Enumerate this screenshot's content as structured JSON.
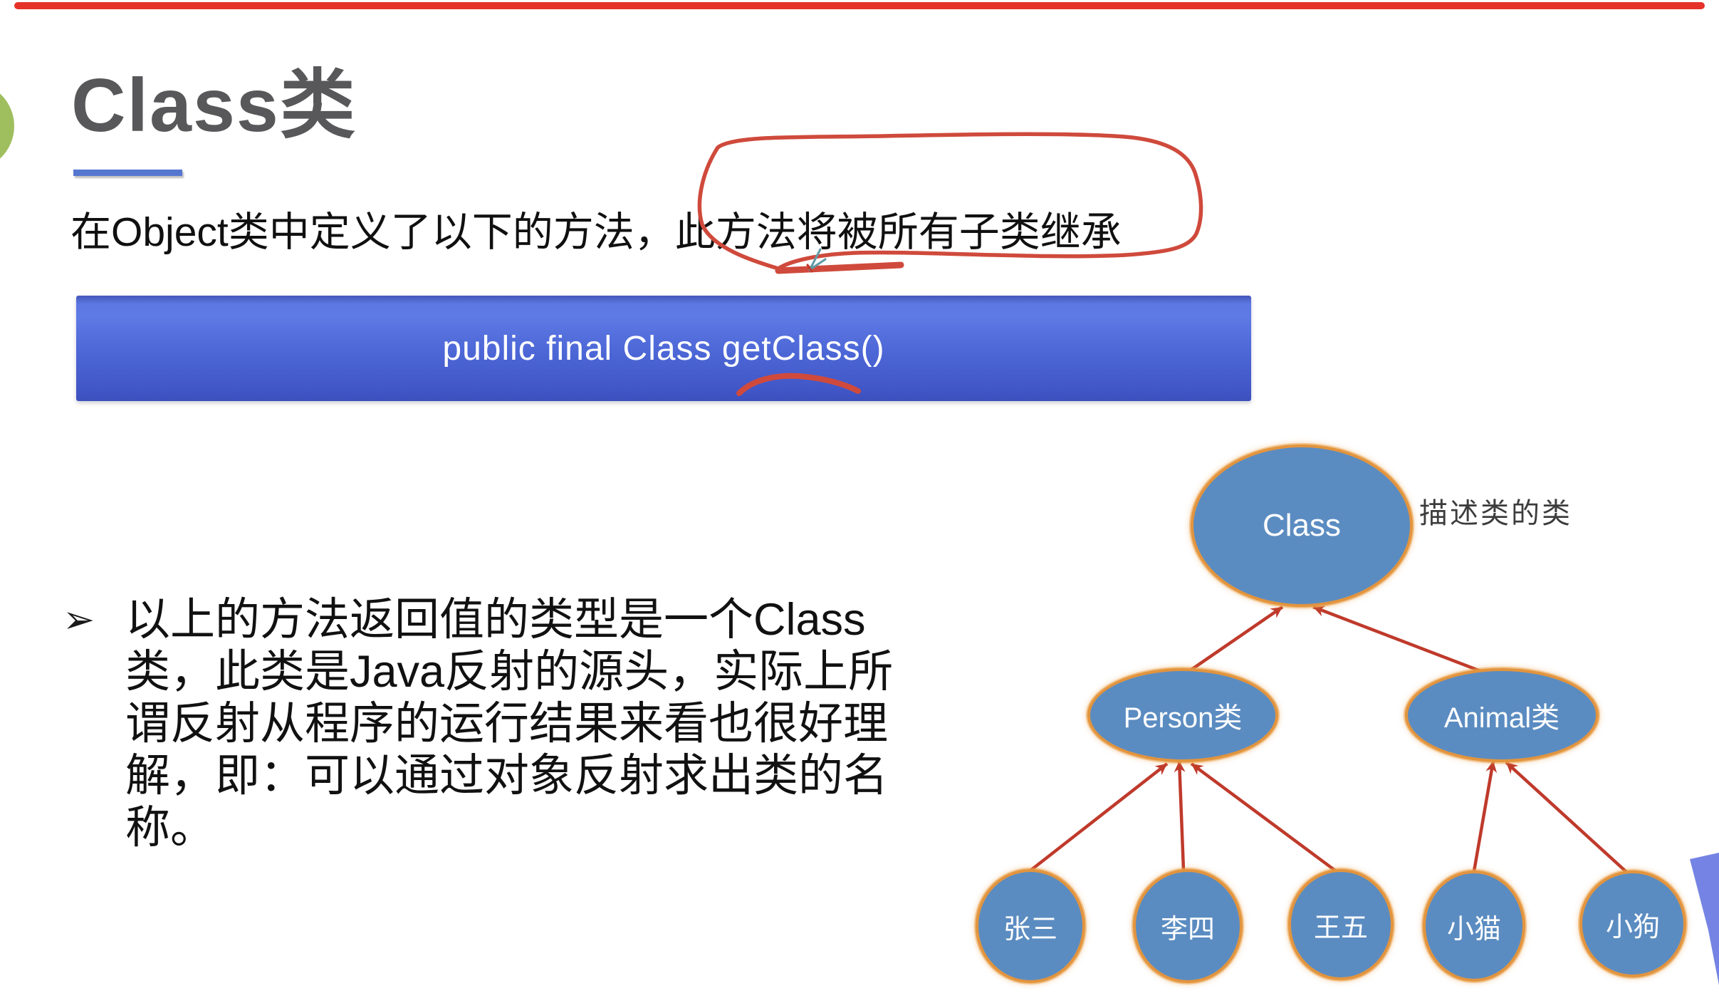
{
  "slide": {
    "title": "Class类",
    "intro_text": "在Object类中定义了以下的方法，此方法将被所有子类继承",
    "code_banner": "public final Class getClass()",
    "bullet": {
      "marker": "➢",
      "text": "以上的方法返回值的类型是一个Class\n类，此类是Java反射的源头，实际上所\n谓反射从程序的运行结果来看也很好理\n解，即：可以通过对象反射求出类的名\n称。"
    }
  },
  "diagram": {
    "caption": "描述类的类",
    "root": {
      "label": "Class"
    },
    "parents": [
      {
        "label": "Person类"
      },
      {
        "label": "Animal类"
      }
    ],
    "leaves": [
      {
        "label": "张三"
      },
      {
        "label": "李四"
      },
      {
        "label": "王五"
      },
      {
        "label": "小猫"
      },
      {
        "label": "小狗"
      }
    ]
  },
  "colors": {
    "topbar_red": "#e5332a",
    "bullet_green_circle": "#9fbe5e",
    "title_gray": "#58585a",
    "underline_blue": "#5577d0",
    "banner_blue_top": "#5d78e2",
    "banner_blue_bottom": "#4156c6",
    "annotation_red": "#cf4a3c",
    "code_underline_red": "#c24a52",
    "node_fill": "#5b8cc1",
    "node_border_orange": "#e2943e",
    "arrow_red": "#bf3a2b",
    "corner_shape_blue": "#7584e4",
    "pen_cursor_teal": "#5f9aa6"
  }
}
